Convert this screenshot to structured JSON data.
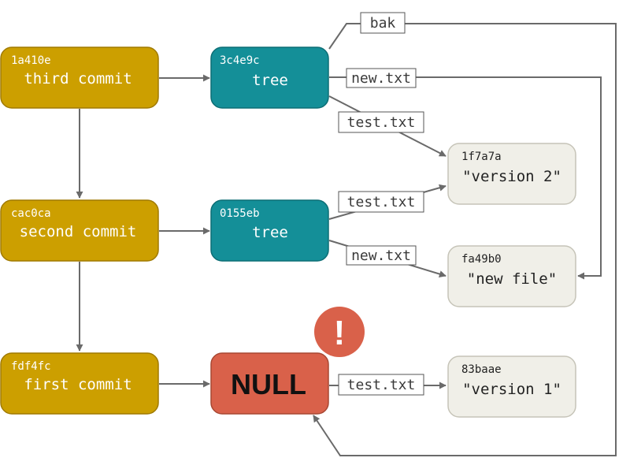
{
  "colors": {
    "commit_fill": "#cc9f00",
    "commit_stroke": "#a07a00",
    "tree_fill": "#148f98",
    "tree_stroke": "#0d6e75",
    "blob_fill": "#f0efe8",
    "blob_stroke": "#c6c4b8",
    "null_fill": "#d9614a",
    "null_stroke": "#a84833",
    "warning_fill": "#d9614a",
    "arrow": "#6a6a6a",
    "light_text": "#ffffff",
    "dark_text": "#222222",
    "label_bg": "#ffffff",
    "label_border": "#555555"
  },
  "commits": [
    {
      "sha": "1a410e",
      "label": "third commit"
    },
    {
      "sha": "cac0ca",
      "label": "second commit"
    },
    {
      "sha": "fdf4fc",
      "label": "first commit"
    }
  ],
  "trees": [
    {
      "sha": "3c4e9c",
      "label": "tree"
    },
    {
      "sha": "0155eb",
      "label": "tree"
    }
  ],
  "null_node": {
    "label": "NULL"
  },
  "warning": {
    "glyph": "!",
    "icon": "exclamation-icon"
  },
  "blobs": [
    {
      "sha": "1f7a7a",
      "label": "\"version 2\""
    },
    {
      "sha": "fa49b0",
      "label": "\"new file\""
    },
    {
      "sha": "83baae",
      "label": "\"version 1\""
    }
  ],
  "edge_labels": {
    "bak": "bak",
    "tree1_new": "new.txt",
    "tree1_test": "test.txt",
    "tree2_test": "test.txt",
    "tree2_new": "new.txt",
    "null_test": "test.txt"
  }
}
